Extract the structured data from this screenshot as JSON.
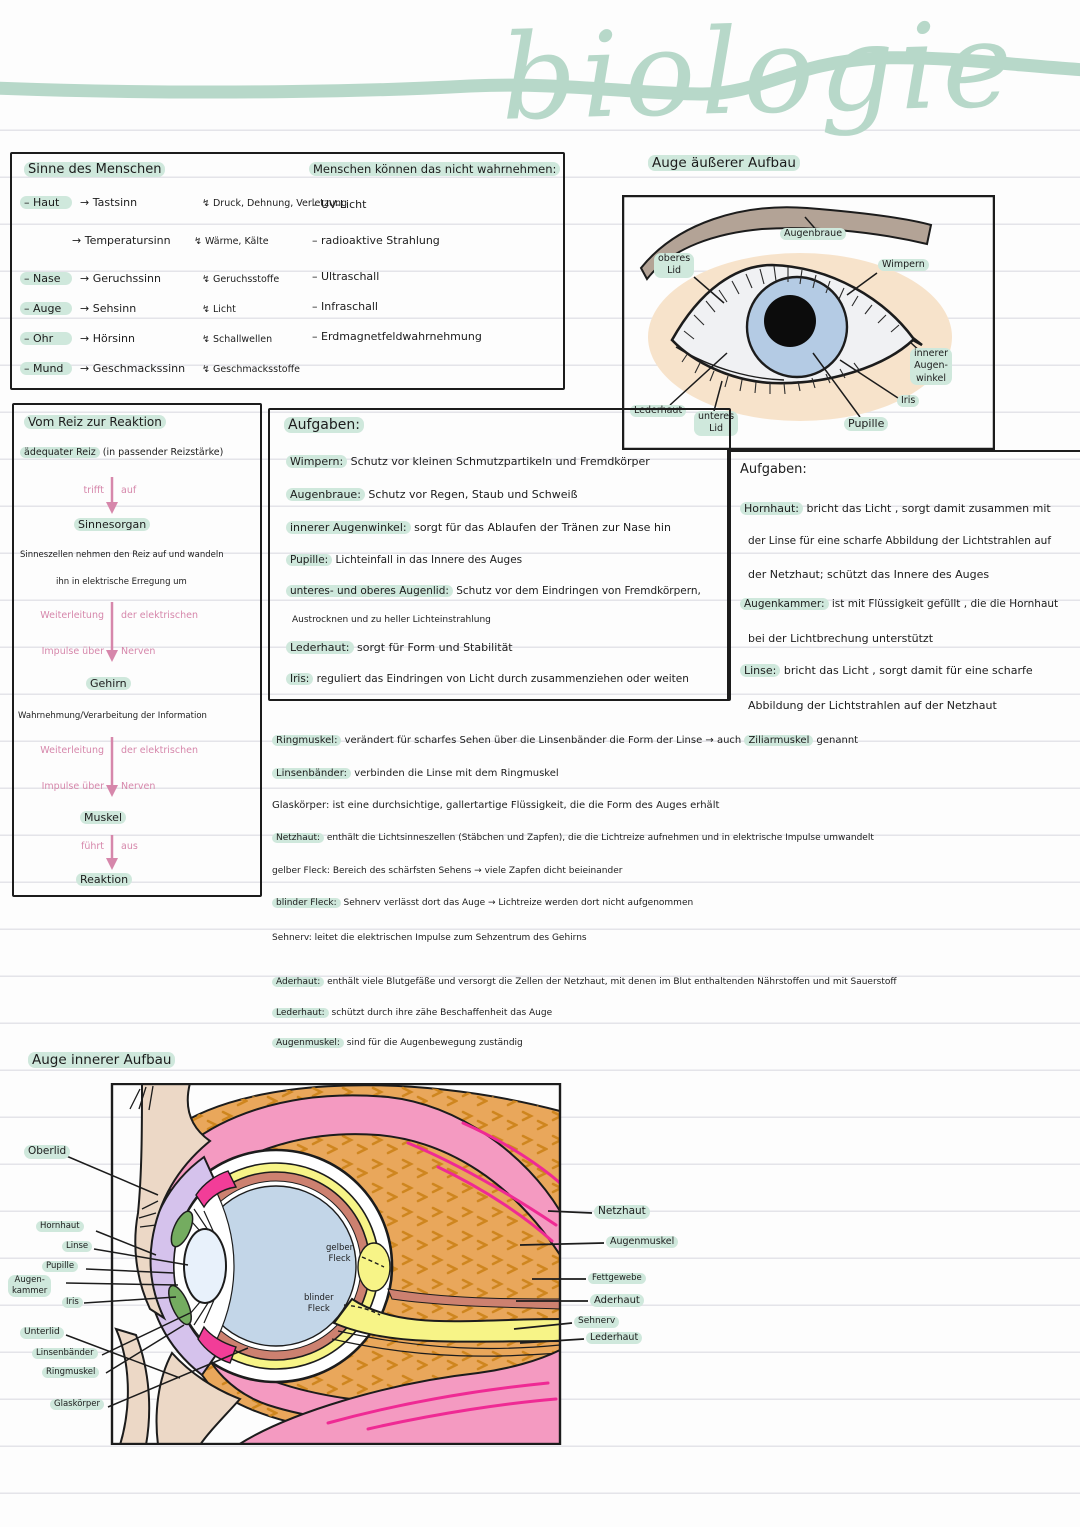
{
  "page": {
    "title": "biologie"
  },
  "colors": {
    "mint_highlight": "#cfe8dc",
    "mint_title": "#b7d8c9",
    "pink": "#d687ab",
    "magenta": "#ef2a94",
    "iris_blue": "#b4cbe4",
    "fat_orange": "#e9a75b"
  },
  "senses_box": {
    "header": "Sinne des Menschen",
    "rows": [
      {
        "organ": "– Haut",
        "sense": "→ Tastsinn",
        "stim": "↯ Druck, Dehnung, Verletzung"
      },
      {
        "organ": "",
        "sense": "→ Temperatursinn",
        "stim": "↯ Wärme, Kälte"
      },
      {
        "organ": "– Nase",
        "sense": "→ Geruchssinn",
        "stim": "↯ Geruchsstoffe"
      },
      {
        "organ": "– Auge",
        "sense": "→ Sehsinn",
        "stim": "↯ Licht"
      },
      {
        "organ": "– Ohr",
        "sense": "→ Hörsinn",
        "stim": "↯ Schallwellen"
      },
      {
        "organ": "– Mund",
        "sense": "→ Geschmackssinn",
        "stim": "↯ Geschmacksstoffe"
      }
    ],
    "right_header": "Menschen können das nicht wahrnehmen:",
    "right_items": [
      "– UV-Licht",
      "– radioaktive Strahlung",
      "– Ultraschall",
      "– Infraschall",
      "– Erdmagnetfeldwahrnehmung"
    ]
  },
  "outer_eye": {
    "header": "Auge äußerer Aufbau",
    "labels": {
      "augenbraue": "Augenbraue",
      "oberes_lid": "oberes\nLid",
      "wimpern": "Wimpern",
      "innerer_augenwinkel": "innerer\nAugen-\nwinkel",
      "iris": "Iris",
      "pupille": "Pupille",
      "unteres_lid": "unteres\nLid",
      "lederhaut": "Lederhaut"
    }
  },
  "reflex_box": {
    "header": "Vom Reiz zur Reaktion",
    "stimulus_hl": "ädequater Reiz",
    "stimulus_rest": "(in passender Reizstärke)",
    "arrow1_left": "trifft",
    "arrow1_right": "auf",
    "organ": "Sinnesorgan",
    "note1a": "Sinneszellen nehmen den Reiz auf und wandeln",
    "note1b": "ihn in elektrische Erregung um",
    "arrow2_l1": "Weiterleitung",
    "arrow2_r1": "der elektrischen",
    "arrow2_l2": "Impulse über",
    "arrow2_r2": "Nerven",
    "brain": "Gehirn",
    "note2": "Wahrnehmung/Verarbeitung der Information",
    "arrow3_l1": "Weiterleitung",
    "arrow3_r1": "der elektrischen",
    "arrow3_l2": "Impulse über",
    "arrow3_r2": "Nerven",
    "muscle": "Muskel",
    "arrow4_left": "führt",
    "arrow4_right": "aus",
    "reaction": "Reaktion"
  },
  "tasks_box1": {
    "header": "Aufgaben:",
    "items": [
      {
        "t": "Wimpern:",
        "d": " Schutz vor kleinen Schmutzpartikeln und Fremdkörper"
      },
      {
        "t": "Augenbraue:",
        "d": " Schutz vor Regen, Staub und Schweiß"
      },
      {
        "t": "innerer Augenwinkel:",
        "d": " sorgt für das Ablaufen der Tränen zur Nase hin"
      },
      {
        "t": "Pupille:",
        "d": " Lichteinfall in das Innere des Auges"
      },
      {
        "t": "unteres- und oberes Augenlid:",
        "d": " Schutz vor dem Eindringen von Fremdkörpern,"
      },
      {
        "t": "",
        "d": "Austrocknen und zu heller Lichteinstrahlung"
      },
      {
        "t": "Lederhaut:",
        "d": " sorgt für Form und Stabilität"
      },
      {
        "t": "Iris:",
        "d": " reguliert das Eindringen von Licht durch zusammenziehen oder weiten"
      }
    ]
  },
  "tasks_box2": {
    "header": "Aufgaben:",
    "items": [
      {
        "t": "Hornhaut:",
        "d": " bricht das Licht , sorgt damit zusammen mit"
      },
      {
        "t": "",
        "d": "der Linse für eine scharfe Abbildung der Lichtstrahlen auf"
      },
      {
        "t": "",
        "d": "der Netzhaut; schützt das Innere des Auges"
      },
      {
        "t": "Augenkammer:",
        "d": " ist mit Flüssigkeit gefüllt , die die Hornhaut"
      },
      {
        "t": "",
        "d": "bei der Lichtbrechung unterstützt"
      },
      {
        "t": "Linse:",
        "d": " bricht das Licht , sorgt damit für eine scharfe"
      },
      {
        "t": "",
        "d": "Abbildung der Lichtstrahlen auf der Netzhaut"
      }
    ]
  },
  "glossary": [
    {
      "t": "Ringmuskel:",
      "d": " verändert für scharfes Sehen über die Linsenbänder die Form der Linse → auch ",
      "t2": "Ziliarmuskel",
      "d2": " genannt"
    },
    {
      "t": "Linsenbänder:",
      "d": " verbinden die Linse mit dem Ringmuskel",
      "t2": "",
      "d2": ""
    },
    {
      "t": "Glaskörper:",
      "d": " ist eine durchsichtige, gallertartige Flüssigkeit, die die Form des Auges erhält",
      "t2": "",
      "d2": ""
    },
    {
      "t": "Netzhaut:",
      "d": " enthält die Lichtsinneszellen (Stäbchen und Zapfen), die die Lichtreize aufnehmen und in elektrische Impulse umwandelt",
      "t2": "",
      "d2": ""
    },
    {
      "t": "gelber Fleck:",
      "d": " Bereich des schärfsten Sehens → viele Zapfen dicht beieinander",
      "t2": "",
      "d2": ""
    },
    {
      "t": "blinder Fleck:",
      "d": " Sehnerv verlässt dort das Auge → Lichtreize werden dort nicht aufgenommen",
      "t2": "",
      "d2": ""
    },
    {
      "t": "Sehnerv:",
      "d": " leitet die elektrischen Impulse zum Sehzentrum des Gehirns",
      "t2": "",
      "d2": ""
    },
    {
      "t": "Aderhaut:",
      "d": " enthält viele Blutgefäße und versorgt die Zellen der Netzhaut, mit denen im Blut enthaltenden Nährstoffen und mit Sauerstoff",
      "t2": "",
      "d2": ""
    },
    {
      "t": "Lederhaut:",
      "d": " schützt durch ihre zähe Beschaffenheit das Auge",
      "t2": "",
      "d2": ""
    },
    {
      "t": "Augenmuskel:",
      "d": " sind für die Augenbewegung zuständig",
      "t2": "",
      "d2": ""
    }
  ],
  "inner_eye": {
    "header": "Auge innerer Aufbau",
    "left": {
      "oberlid": "Oberlid",
      "hornhaut": "Hornhaut",
      "linse": "Linse",
      "pupille": "Pupille",
      "augenkammer": "Augen-\nkammer",
      "iris": "Iris",
      "unterlid": "Unterlid",
      "linsenbaender": "Linsenbänder",
      "ringmuskel": "Ringmuskel",
      "glaskoerper": "Glaskörper"
    },
    "inner": {
      "gelber_fleck": "gelber\nFleck",
      "blinder_fleck": "blinder\nFleck"
    },
    "right": {
      "netzhaut": "Netzhaut",
      "augenmuskel": "Augenmuskel",
      "fettgewebe": "Fettgewebe",
      "aderhaut": "Aderhaut",
      "sehnerv": "Sehnerv",
      "lederhaut": "Lederhaut"
    }
  }
}
